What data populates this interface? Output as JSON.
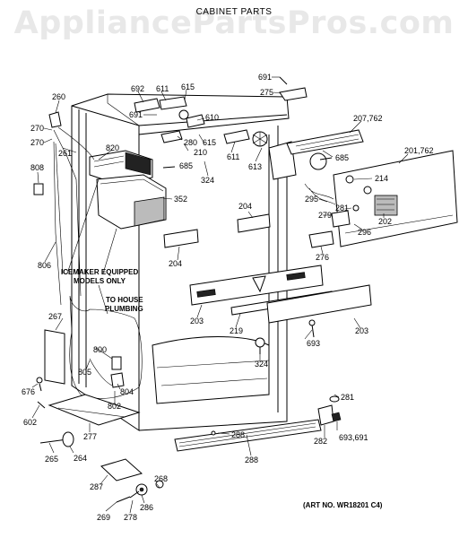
{
  "watermark": "AppliancePartsPros.com",
  "title": "CABINET PARTS",
  "art_number": "(ART NO. WR18201 C4)",
  "notes": {
    "icemaker": [
      "ICEMAKER EQUIPPED",
      "MODELS ONLY"
    ],
    "plumbing": [
      "TO HOUSE",
      "PLUMBING"
    ]
  },
  "callouts": {
    "c691a": "691",
    "c275": "275",
    "c692": "692",
    "c611a": "611",
    "c615a": "615",
    "c691b": "691",
    "c610": "610",
    "c260": "260",
    "c270a": "270",
    "c270b": "270",
    "c261": "261",
    "c820": "820",
    "c280": "280",
    "c615b": "615",
    "c210": "210",
    "c611b": "611",
    "c613": "613",
    "c685a": "685",
    "c324a": "324",
    "c207": "207,762",
    "c685b": "685",
    "c201": "201,762",
    "c214": "214",
    "c808": "808",
    "c352": "352",
    "c295": "295",
    "c281a": "281",
    "c279": "279",
    "c204a": "204",
    "c204b": "204",
    "c202": "202",
    "c296": "296",
    "c276": "276",
    "c806": "806",
    "c203a": "203",
    "c219": "219",
    "c203b": "203",
    "c267": "267",
    "c693a": "693",
    "c800": "800",
    "c805": "805",
    "c804": "804",
    "c324b": "324",
    "c802": "802",
    "c676": "676",
    "c602": "602",
    "c277": "277",
    "c281b": "281",
    "c288a": "288",
    "c282": "282",
    "c693b": "693,691",
    "c265": "265",
    "c264": "264",
    "c288b": "288",
    "c287": "287",
    "c268": "268",
    "c286": "286",
    "c269": "269",
    "c278": "278"
  }
}
